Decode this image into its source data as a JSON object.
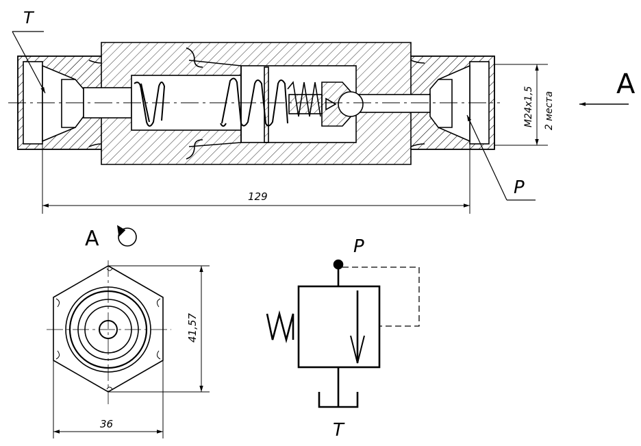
{
  "labels": {
    "port_t": "T",
    "port_p": "P",
    "view_letter": "A",
    "view_a": "A",
    "thread": "M24x1,5",
    "thread_places": "2 места",
    "length": "129",
    "across_corners": "41,57",
    "across_flats": "36",
    "symbol_p": "P",
    "symbol_t": "T"
  }
}
